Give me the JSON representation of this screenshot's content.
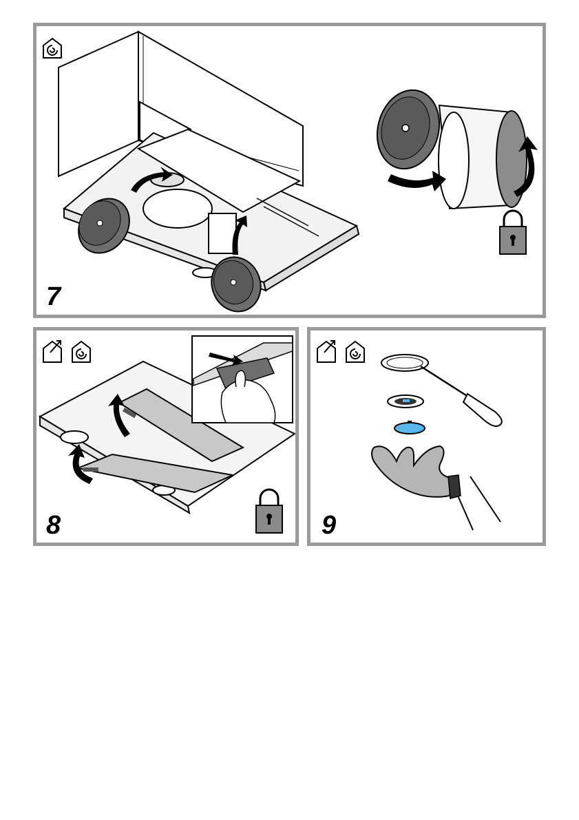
{
  "panels": [
    {
      "step_label": "7",
      "mode_icons": [
        "recirculation-icon"
      ],
      "lock_icon": "padlock-icon"
    },
    {
      "step_label": "8",
      "mode_icons": [
        "extraction-icon",
        "recirculation-icon"
      ],
      "lock_icon": "padlock-icon"
    },
    {
      "step_label": "9",
      "mode_icons": [
        "extraction-icon",
        "recirculation-icon"
      ]
    }
  ],
  "colors": {
    "frame": "#9a9a9a",
    "filter_dark": "#6e6e6e",
    "grease_filter": "#c8c8c8",
    "lock": "#8a8a8a",
    "glove": "#b5b5b5",
    "lamp_blue": "#59b7ec"
  }
}
